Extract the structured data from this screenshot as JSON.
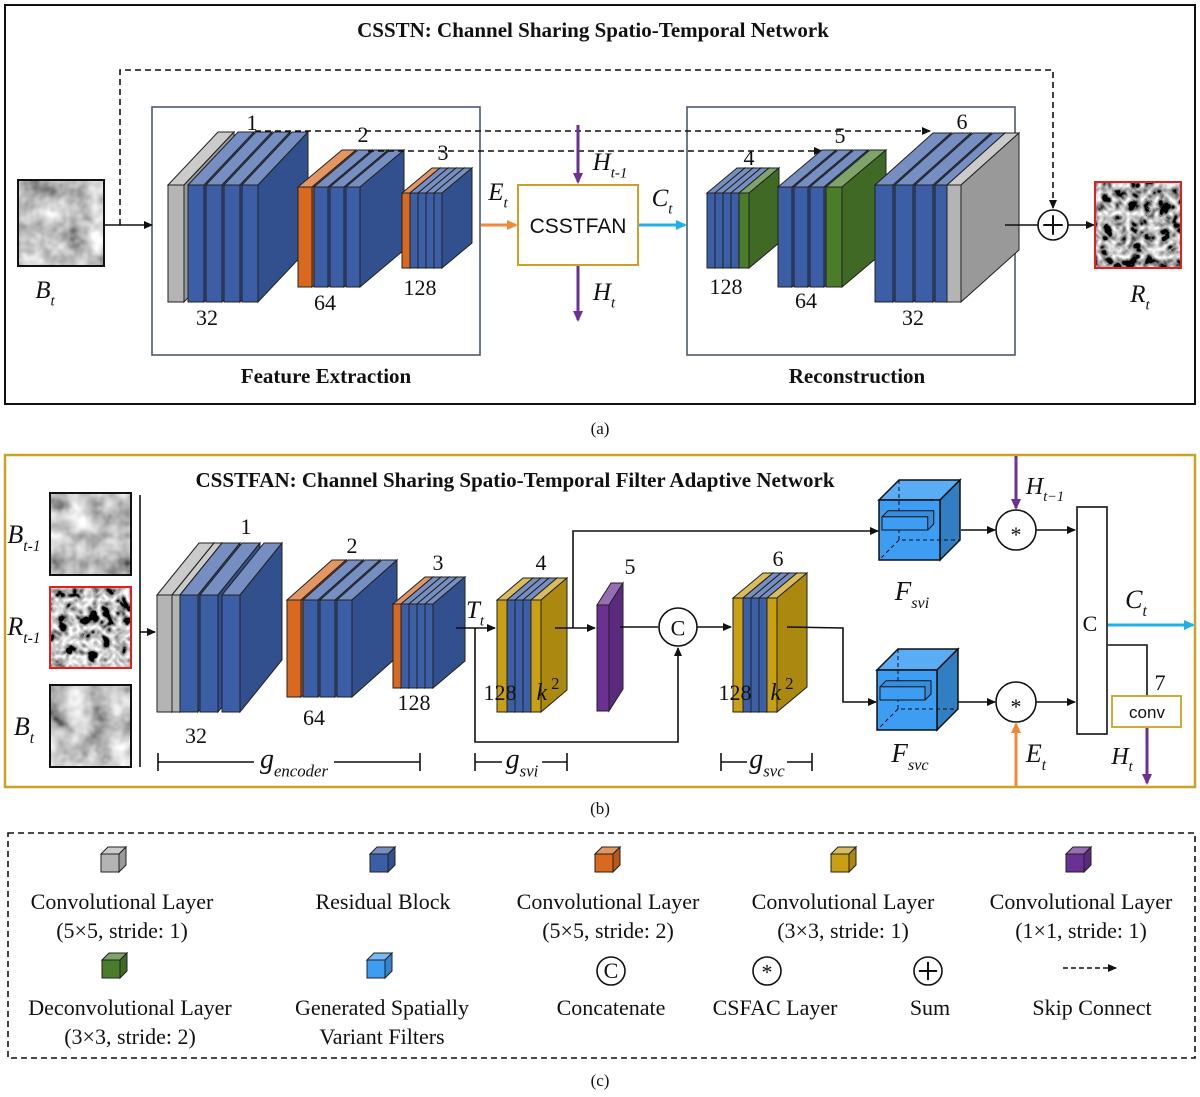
{
  "palette": {
    "gray": "#b4b4b4",
    "blue": "#3b5ea6",
    "orange": "#d9691f",
    "green": "#4a7c2a",
    "gold": "#c9a013",
    "purple": "#6b3094",
    "filter": "#3d9df2",
    "cyan": "#1fb0ea",
    "frame_gold": "#c9a227",
    "red": "#e02020",
    "skip_arrow": "#111111"
  },
  "panel_a": {
    "title": "CSSTN: Channel Sharing Spatio-Temporal Network",
    "feature_extraction": "Feature Extraction",
    "reconstruction": "Reconstruction",
    "module_box": "CSSTFAN",
    "input": {
      "main": "B",
      "sub": "t"
    },
    "output": {
      "main": "R",
      "sub": "t"
    },
    "E": {
      "main": "E",
      "sub": "t"
    },
    "C": {
      "main": "C",
      "sub": "t"
    },
    "H_prev": {
      "main": "H",
      "sub": "t-1"
    },
    "H": {
      "main": "H",
      "sub": "t"
    },
    "stack_numbers": [
      "1",
      "2",
      "3",
      "4",
      "5",
      "6"
    ],
    "channels": [
      "32",
      "64",
      "128",
      "128",
      "64",
      "32"
    ],
    "caption": "(a)"
  },
  "panel_b": {
    "title": "CSSTFAN: Channel Sharing Spatio-Temporal Filter Adaptive Network",
    "inputs": [
      {
        "main": "B",
        "sub": "t-1"
      },
      {
        "main": "R",
        "sub": "t-1"
      },
      {
        "main": "B",
        "sub": "t"
      }
    ],
    "stack_numbers": [
      "1",
      "2",
      "3",
      "4",
      "5",
      "6",
      "7"
    ],
    "channels": [
      "32",
      "64",
      "128",
      "128",
      "128"
    ],
    "k2": {
      "main": "k",
      "sup": "2"
    },
    "T": {
      "main": "T",
      "sub": "t"
    },
    "F_svi": {
      "main": "F",
      "sub": "svi"
    },
    "F_svc": {
      "main": "F",
      "sub": "svc"
    },
    "H_prev": {
      "main": "H",
      "sub": "t−1"
    },
    "E": {
      "main": "E",
      "sub": "t"
    },
    "C_out": {
      "main": "C",
      "sub": "t"
    },
    "H": {
      "main": "H",
      "sub": "t"
    },
    "concat": "C",
    "big_concat": "C",
    "csfac": "*",
    "conv": "conv",
    "brackets": [
      {
        "main": "g",
        "sub": "encoder"
      },
      {
        "main": "g",
        "sub": "svi"
      },
      {
        "main": "g",
        "sub": "svc"
      }
    ],
    "caption": "(b)"
  },
  "legend": {
    "items": [
      {
        "icon": "gray-cube",
        "color": "gray",
        "lines": [
          "Convolutional Layer",
          "(5×5, stride: 1)"
        ]
      },
      {
        "icon": "blue-cube",
        "color": "blue",
        "lines": [
          "Residual Block"
        ]
      },
      {
        "icon": "orange-cube",
        "color": "orange",
        "lines": [
          "Convolutional Layer",
          "(5×5, stride: 2)"
        ]
      },
      {
        "icon": "gold-cube",
        "color": "gold",
        "lines": [
          "Convolutional Layer",
          "(3×3, stride: 1)"
        ]
      },
      {
        "icon": "purple-cube",
        "color": "purple",
        "lines": [
          "Convolutional Layer",
          "(1×1, stride: 1)"
        ]
      },
      {
        "icon": "green-cube",
        "color": "green",
        "lines": [
          "Deconvolutional Layer",
          "(3×3, stride: 2)"
        ]
      },
      {
        "icon": "filter-cube",
        "color": "filter",
        "lines": [
          "Generated Spatially",
          "Variant Filters"
        ]
      },
      {
        "icon": "concat-circle",
        "symbol": "C",
        "lines": [
          "Concatenate"
        ]
      },
      {
        "icon": "csfac-circle",
        "symbol": "*",
        "lines": [
          "CSFAC Layer"
        ]
      },
      {
        "icon": "sum-circle",
        "symbol": "+",
        "lines": [
          "Sum"
        ]
      },
      {
        "icon": "dashed-arrow",
        "lines": [
          "Skip Connect"
        ]
      }
    ],
    "caption": "(c)"
  }
}
